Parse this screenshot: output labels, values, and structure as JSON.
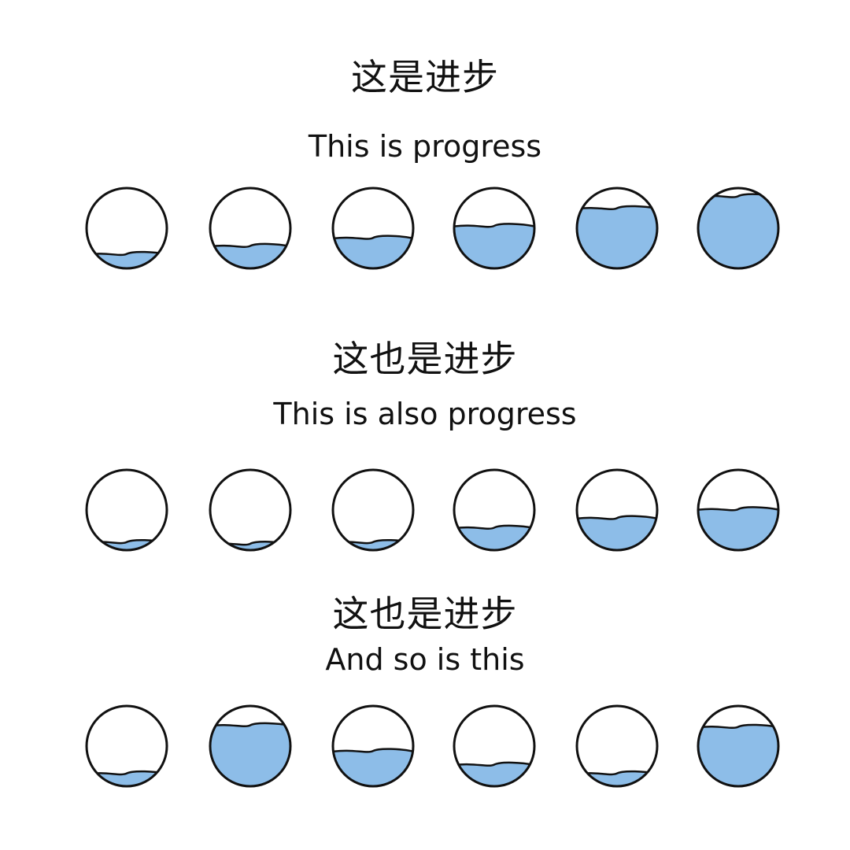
{
  "sections": [
    {
      "title_cn": "这是进步",
      "title_en": "This is progress",
      "levels": [
        0.18,
        0.28,
        0.38,
        0.53,
        0.75,
        0.9
      ]
    },
    {
      "title_cn": "这也是进步",
      "title_en": "This is also progress",
      "levels": [
        0.1,
        0.08,
        0.1,
        0.28,
        0.4,
        0.51
      ]
    },
    {
      "title_cn": "这也是进步",
      "title_en": "And so is this",
      "levels": [
        0.16,
        0.76,
        0.44,
        0.27,
        0.16,
        0.74
      ]
    }
  ],
  "colors": {
    "water": "#8dbde8",
    "outline": "#111111",
    "background": "#ffffff"
  }
}
